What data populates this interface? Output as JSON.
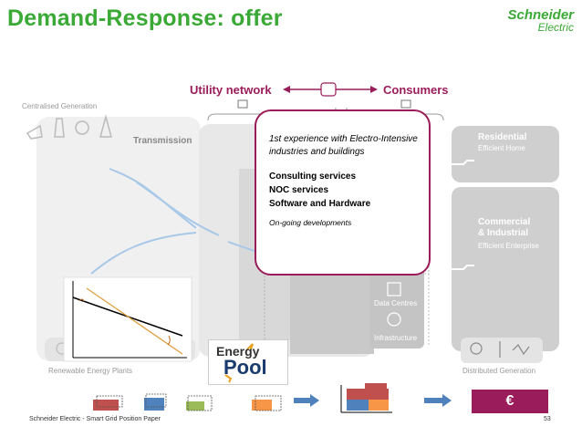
{
  "title": "Demand-Response: offer",
  "logo": {
    "line1": "Schneider",
    "line2": "Electric"
  },
  "labels": {
    "utility_network": "Utility network",
    "consumers": "Consumers",
    "centralised_generation": "Centralised Generation",
    "transmission": "Transmission",
    "residential": "Residential",
    "efficient_home": "Efficient Home",
    "commercial_line1": "Commercial",
    "commercial_line2": "& Industrial",
    "efficient_enterprise": "Efficient Enterprise",
    "data_centres": "Data Centres",
    "infrastructure": "Infrastructure",
    "renewable_plants": "Renewable Energy Plants",
    "distributed_generation": "Distributed Generation"
  },
  "popup": {
    "intro": "1st experience with Electro-Intensive industries and buildings",
    "items": [
      "Consulting services",
      "NOC services",
      "Software and Hardware"
    ],
    "note": "On-going developments"
  },
  "energy_pool_logo": {
    "line1": "Energy",
    "line2": "Pool"
  },
  "euro": "€",
  "footer": "Schneider Electric - Smart Grid Position Paper",
  "page_number": "53",
  "colors": {
    "accent": "#9a1c5b",
    "brand_green": "#3aa935",
    "block_red": "#c0504d",
    "block_blue": "#4f81bd",
    "block_green": "#9bbb59",
    "block_orange": "#f79646"
  }
}
